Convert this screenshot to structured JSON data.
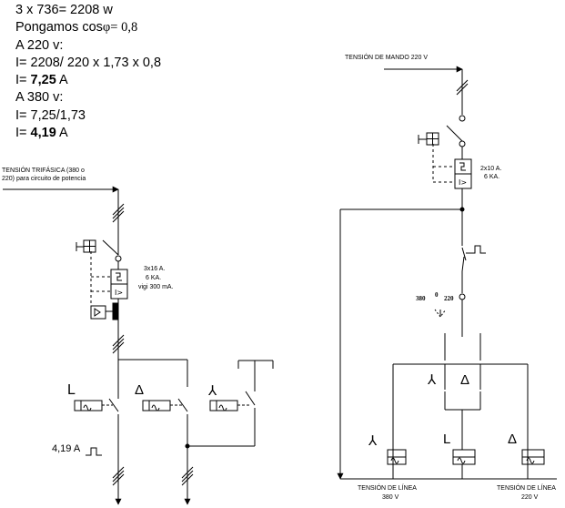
{
  "calc": {
    "line1": "3 x 736= 2208 w",
    "line2_prefix": "Pongamos cos",
    "line2_phi": "φ= 0,8",
    "line3": "A 220 v:",
    "line4": "I= 2208/ 220 x 1,73 x 0,8",
    "line5_prefix": "I= ",
    "line5_value": "7,25",
    "line5_suffix": " A",
    "line6": "A 380 v:",
    "line7": "I= 7,25/1,73",
    "line8_prefix": "I= ",
    "line8_value": "4,19",
    "line8_suffix": " A"
  },
  "left": {
    "supply_label_1": "TENSIÓN TRIFÁSICA (380 o",
    "supply_label_2": "220) para circuito de potencia",
    "breaker_1": "3x16 A.",
    "breaker_2": "6 KA.",
    "breaker_3": "vigi 300 mA.",
    "contactor_L": "L",
    "contactor_delta": "Δ",
    "contactor_star": "⅄",
    "thermal_label": "4,19 A"
  },
  "right": {
    "control_label": "TENSIÓN DE MANDO 220 V",
    "breaker_1": "2x10 A.",
    "breaker_2": "6 KA.",
    "selector_380": "380",
    "selector_0": "0",
    "selector_220": "220",
    "star": "⅄",
    "delta": "Δ",
    "coil_star": "⅄",
    "coil_L": "L",
    "coil_delta": "Δ",
    "line380_1": "TENSIÓN DE LÍNEA",
    "line380_2": "380 V",
    "line220_1": "TENSIÓN DE LÍNEA",
    "line220_2": "220 V"
  }
}
